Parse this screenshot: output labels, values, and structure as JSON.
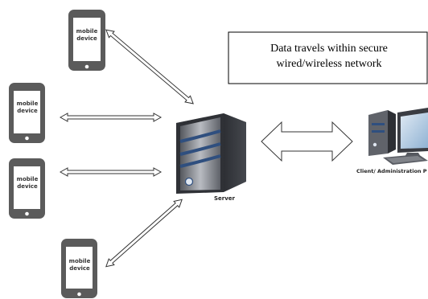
{
  "devices": {
    "mobile_1": {
      "line1": "mobile",
      "line2": "device"
    },
    "mobile_2": {
      "line1": "mobile",
      "line2": "device"
    },
    "mobile_3": {
      "line1": "mobile",
      "line2": "device"
    },
    "mobile_4": {
      "line1": "mobile",
      "line2": "device"
    }
  },
  "server": {
    "label": "Server"
  },
  "client": {
    "label": "Client/ Administration P"
  },
  "note": {
    "line1": "Data travels within secure",
    "line2": "wired/wireless network"
  },
  "colors": {
    "phone_body": "#5b5b5b",
    "phone_screen": "#ffffff",
    "server_dark": "#3c3c40",
    "server_light": "#8a8a8e",
    "server_stripe": "#2f4f7f",
    "arrow_stroke": "#333333"
  },
  "icons": [
    "mobile-phone-icon",
    "server-tower-icon",
    "desktop-computer-icon",
    "double-arrow-icon"
  ]
}
